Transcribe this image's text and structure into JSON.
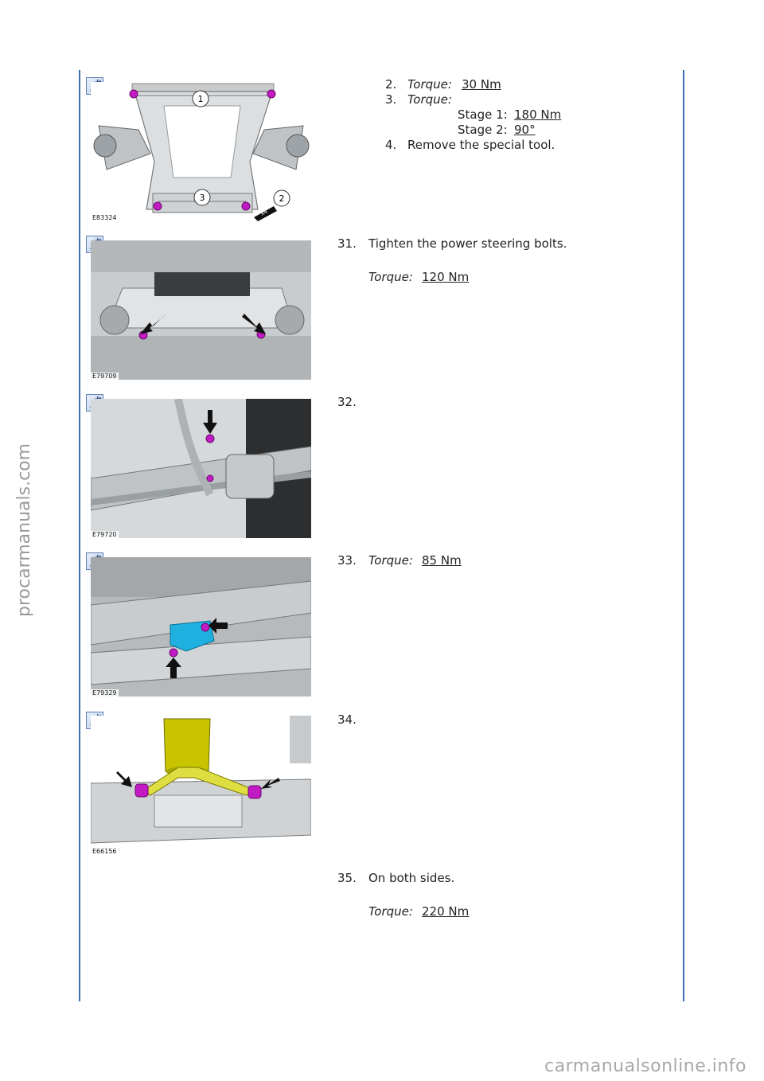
{
  "steps": {
    "s30": {
      "figure_code": "E83324",
      "items": [
        {
          "num": "2.",
          "label": "Torque:",
          "value": "30 Nm"
        },
        {
          "num": "3.",
          "label": "Torque:"
        },
        {
          "num": "4.",
          "text": "Remove the special tool."
        }
      ],
      "stages": [
        {
          "label": "Stage 1:",
          "value": "180 Nm"
        },
        {
          "label": "Stage 2:",
          "value": "90°"
        }
      ],
      "callouts": [
        "1",
        "2",
        "3"
      ],
      "multiplier": "x4"
    },
    "s31": {
      "num": "31.",
      "text": "Tighten the power steering bolts.",
      "label": "Torque:",
      "value": "120 Nm",
      "figure_code": "E79709"
    },
    "s32": {
      "num": "32.",
      "figure_code": "E79720"
    },
    "s33": {
      "num": "33.",
      "label": "Torque:",
      "value": "85 Nm",
      "figure_code": "E79329"
    },
    "s34": {
      "num": "34.",
      "figure_code": "E66156"
    },
    "s35": {
      "num": "35.",
      "text": "On both sides.",
      "label": "Torque:",
      "value": "220 Nm"
    }
  },
  "watermarks": {
    "side": "procarmanuals.com",
    "bottom": "carmanualsonline.info"
  },
  "colors": {
    "rule": "#3a6fb0",
    "fastener": "#c21bc4",
    "bracket": "#1fb0e0",
    "mount": "#c9c400"
  }
}
